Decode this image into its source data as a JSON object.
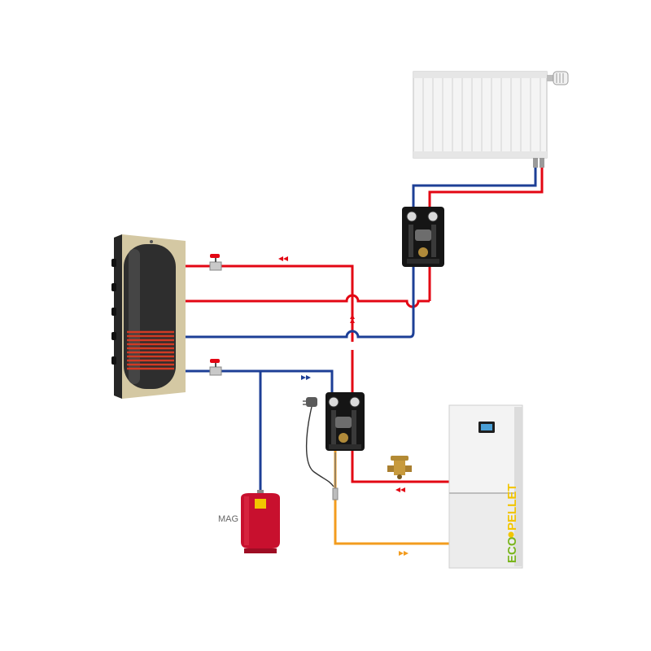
{
  "labels": {
    "expansion_vessel": "MAG",
    "boiler_brand_part1": "ECO",
    "boiler_brand_part2": "PELLET"
  },
  "colors": {
    "supply_pipe": "#e30613",
    "return_pipe": "#1d3f96",
    "boiler_return_pipe": "#f39c1e",
    "tank_shell": "#d4c8a3",
    "tank_body": "#2a2a2a",
    "coil": "#d23a24",
    "boiler_body": "#e8e8e8",
    "brand_green": "#7ab51d",
    "brand_yellow": "#f2c500",
    "vessel": "#c8102e"
  },
  "icons": {
    "radiator": "radiator-icon",
    "thermostatic_valve": "thermostatic-valve-icon",
    "pump_group_upper": "pump-group-icon",
    "pump_group_lower": "pump-group-icon",
    "storage_tank": "buffer-tank-icon",
    "ball_valve": "ball-valve-icon",
    "expansion_vessel": "expansion-vessel-icon",
    "mixing_valve": "mixing-valve-icon",
    "power_plug": "power-plug-icon",
    "pellet_boiler": "pellet-boiler-icon",
    "flow_arrow": "flow-arrow-icon"
  }
}
